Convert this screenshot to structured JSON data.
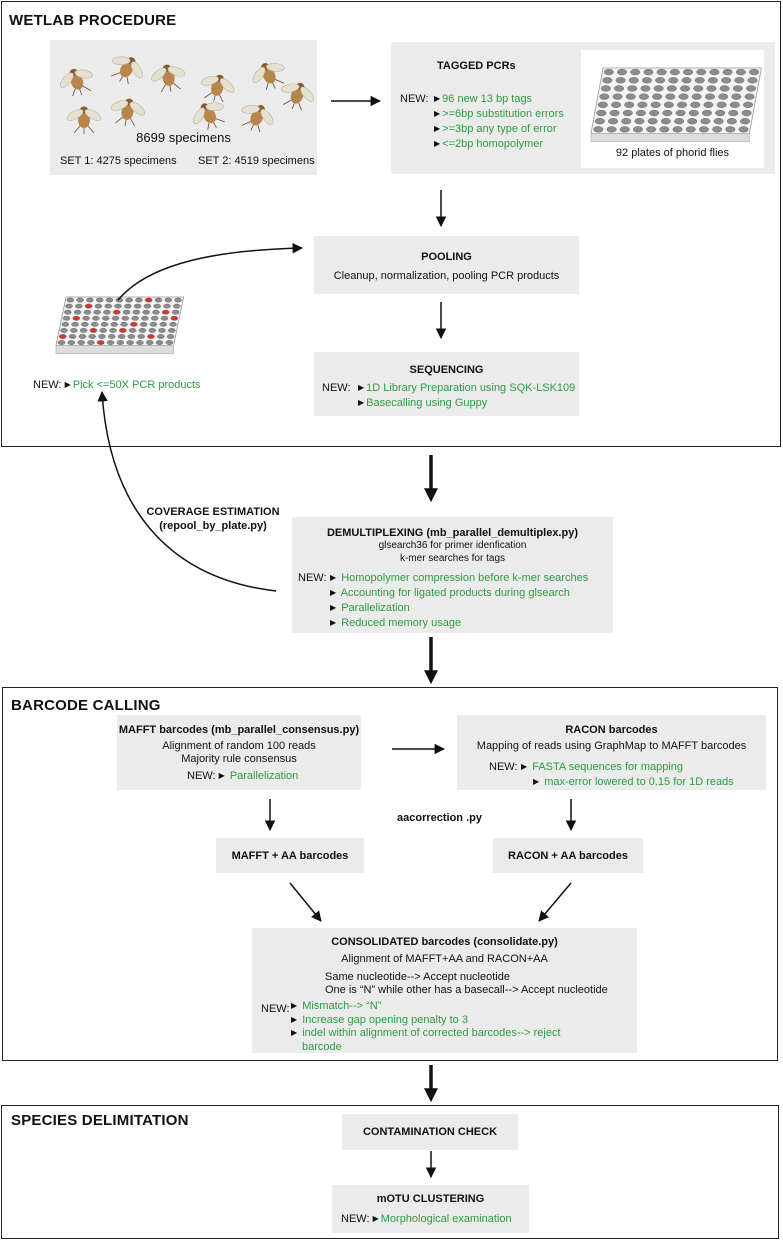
{
  "wetlab": {
    "title": "WETLAB PROCEDURE",
    "specimens": {
      "count": "8699 specimens",
      "set1": "SET  1: 4275 specimens",
      "set2": "SET 2: 4519 specimens"
    },
    "tagged_pcrs": {
      "title": "TAGGED PCRs",
      "new_label": "NEW:",
      "items": [
        "96 new 13 bp tags",
        ">=6bp substitution errors",
        ">=3bp any type of error",
        "<=2bp homopolymer"
      ],
      "plates_caption": "92 plates of phorid flies"
    },
    "pooling": {
      "title": "POOLING",
      "desc": "Cleanup, normalization, pooling PCR products"
    },
    "sequencing": {
      "title": "SEQUENCING",
      "new_label": "NEW:",
      "items": [
        "1D Library Preparation using SQK-LSK109",
        "Basecalling using Guppy"
      ]
    },
    "repool": {
      "new_label": "NEW:",
      "item": "Pick <=50X  PCR products"
    }
  },
  "coverage": {
    "title": "COVERAGE ESTIMATION",
    "script": "(repool_by_plate.py)"
  },
  "demultiplexing": {
    "title": "DEMULTIPLEXING (mb_parallel_demultiplex.py)",
    "line1": "glsearch36 for  primer idenfication",
    "line2": "k-mer searches for tags",
    "new_label": "NEW:",
    "items": [
      "Homopolymer compression before k-mer searches",
      "Accounting for ligated products during glsearch",
      "Parallelization",
      "Reduced memory usage"
    ]
  },
  "barcode_calling": {
    "title": "BARCODE CALLING",
    "mafft": {
      "title": "MAFFT barcodes (mb_parallel_consensus.py)",
      "line1": "Alignment of random 100 reads",
      "line2": "Majority rule consensus",
      "new_label": "NEW:",
      "item": "Parallelization"
    },
    "racon": {
      "title": "RACON barcodes",
      "line1": "Mapping of reads using GraphMap to MAFFT barcodes",
      "new_label": "NEW:",
      "items": [
        "FASTA sequences for mapping",
        "max-error lowered to 0.15 for 1D reads"
      ]
    },
    "aacorrection": "aacorrection .py",
    "mafft_aa": "MAFFT + AA barcodes",
    "racon_aa": "RACON + AA barcodes",
    "consolidated": {
      "title": "CONSOLIDATED barcodes (consolidate.py)",
      "line1": "Alignment of MAFFT+AA and RACON+AA",
      "line2": "Same nucleotide--> Accept nucleotide",
      "line3": "One  is “N” while other has a basecall--> Accept nucleotide",
      "new_label": "NEW:",
      "items": [
        "Mismatch--> “N”",
        "Increase gap opening penalty to 3",
        "indel within alignment of corrected barcodes--> reject",
        "barcode"
      ]
    }
  },
  "species": {
    "title": "SPECIES DELIMITATION",
    "contamination": "CONTAMINATION CHECK",
    "motu": {
      "title": "mOTU CLUSTERING",
      "new_label": "NEW:",
      "item": "Morphological examination"
    }
  },
  "colors": {
    "new_item_green": "#2e9b43",
    "box_gray": "#ebebeb",
    "plate_red": "#d9352b"
  },
  "icons": {
    "bullet": "right-triangle-bullet",
    "specimen": "phorid-fly",
    "plate": "96-well-plate"
  }
}
